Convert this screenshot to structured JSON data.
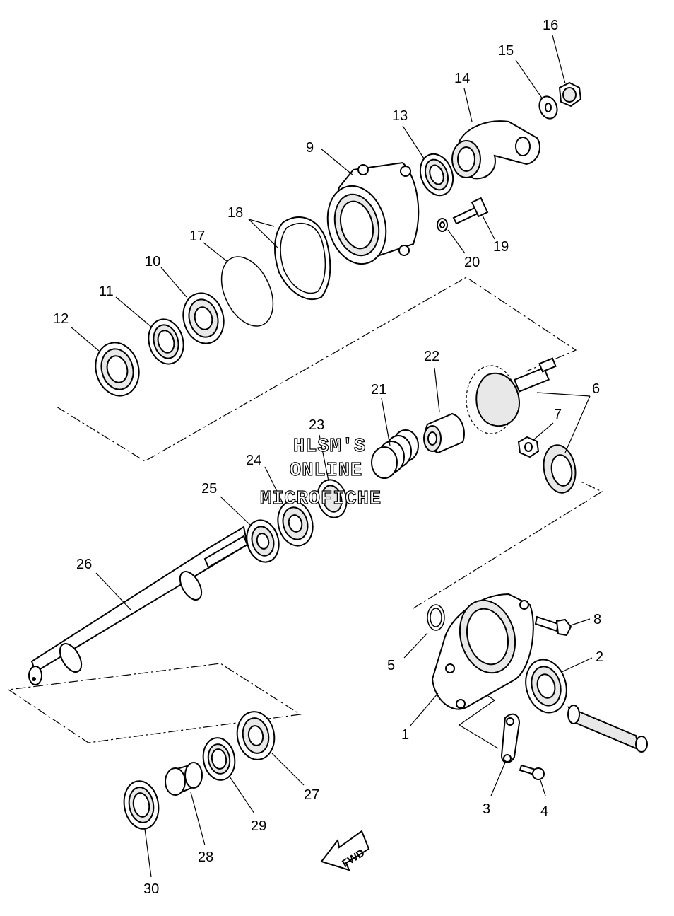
{
  "callouts": [
    {
      "id": "1",
      "label": "1"
    },
    {
      "id": "2",
      "label": "2"
    },
    {
      "id": "3",
      "label": "3"
    },
    {
      "id": "4",
      "label": "4"
    },
    {
      "id": "5",
      "label": "5"
    },
    {
      "id": "6",
      "label": "6"
    },
    {
      "id": "7",
      "label": "7"
    },
    {
      "id": "8",
      "label": "8"
    },
    {
      "id": "9",
      "label": "9"
    },
    {
      "id": "10",
      "label": "10"
    },
    {
      "id": "11",
      "label": "11"
    },
    {
      "id": "12",
      "label": "12"
    },
    {
      "id": "13",
      "label": "13"
    },
    {
      "id": "14",
      "label": "14"
    },
    {
      "id": "15",
      "label": "15"
    },
    {
      "id": "16",
      "label": "16"
    },
    {
      "id": "17",
      "label": "17"
    },
    {
      "id": "18",
      "label": "18"
    },
    {
      "id": "19",
      "label": "19"
    },
    {
      "id": "20",
      "label": "20"
    },
    {
      "id": "21",
      "label": "21"
    },
    {
      "id": "22",
      "label": "22"
    },
    {
      "id": "23",
      "label": "23"
    },
    {
      "id": "24",
      "label": "24"
    },
    {
      "id": "25",
      "label": "25"
    },
    {
      "id": "26",
      "label": "26"
    },
    {
      "id": "27",
      "label": "27"
    },
    {
      "id": "28",
      "label": "28"
    },
    {
      "id": "29",
      "label": "29"
    },
    {
      "id": "30",
      "label": "30"
    }
  ],
  "watermark": {
    "line1": "HLSM'S",
    "line2": "ONLINE",
    "line3": "MICROFICHE"
  },
  "direction_arrow": {
    "label": "FWD"
  }
}
